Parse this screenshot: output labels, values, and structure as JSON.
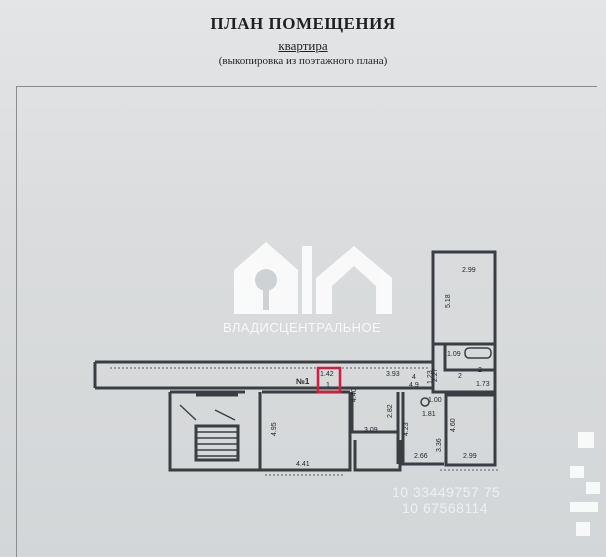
{
  "header": {
    "title": "ПЛАН ПОМЕЩЕНИЯ",
    "subtitle": "квартира",
    "note": "(выкопировка из поэтажного плана)"
  },
  "watermark": {
    "brand": "ВЛАДИСЦЕНТРАЛЬНОЕ",
    "phone_1": "10 33449757 75",
    "phone_2": "10 67568114"
  },
  "plan": {
    "labels": {
      "room_top_width": "2.99",
      "room_top_height": "5.18",
      "bath_width": "1.09",
      "bath_height": "2",
      "closet_label": "2",
      "closet_width": "1.73",
      "closet_height": "2.27",
      "corridor_left": "1.42",
      "corridor_number": "1",
      "corridor_length": "3.93",
      "room_marker": "№1",
      "small_4": "4",
      "small_49": "4.9",
      "wall_123": "1.23",
      "vert_440": "4.40",
      "vert_282": "2.82",
      "vert_423": "4.23",
      "vert_336": "3.36",
      "vert_181": "1.81",
      "vert_100": "1.00",
      "kitchen_309": "3.09",
      "room_big_height": "4.95",
      "room_big_width": "4.41",
      "kitchen_width": "2.66",
      "room_br_width": "2.99",
      "room_br_height": "4.60"
    }
  },
  "colors": {
    "wall": "#3a3e42",
    "paper": "#dfe1e2",
    "highlight": "#d81b3c",
    "logo": "#ffffff"
  }
}
